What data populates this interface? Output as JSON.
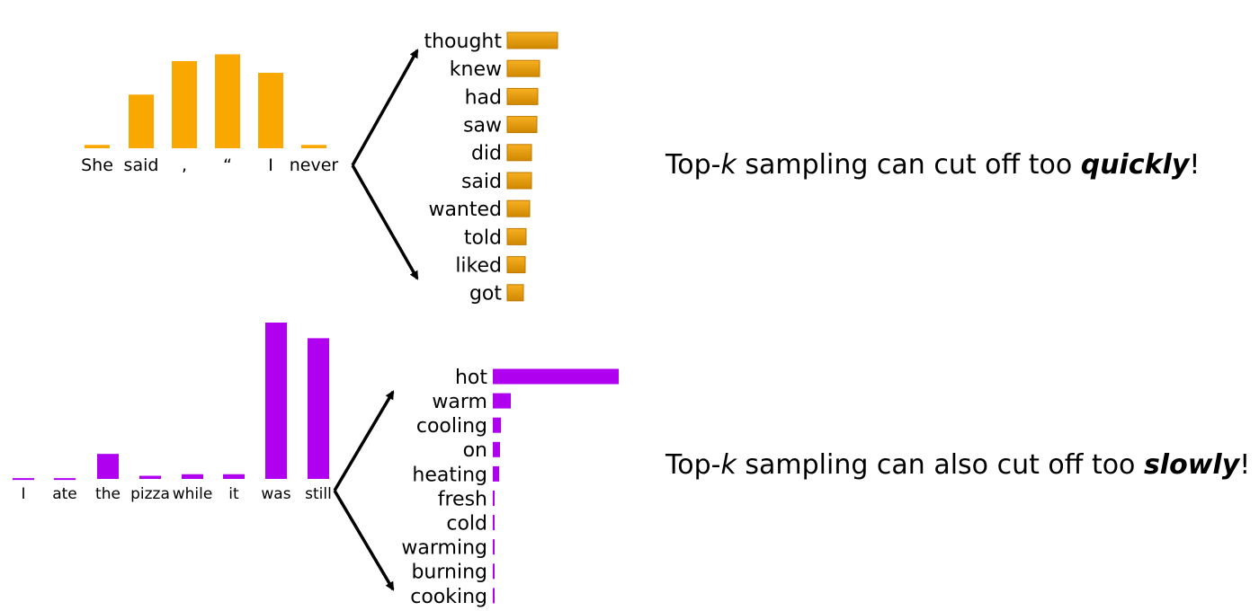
{
  "colors": {
    "orange": "#F8A800",
    "orange_dark": "#C07800",
    "purple": "#B000F0",
    "arrow": "#000000"
  },
  "icons": [
    "arrow-head-icon"
  ],
  "chart_data": [
    {
      "type": "bar",
      "id": "orange-context",
      "categories": [
        "She",
        "said",
        ",",
        "“",
        "I",
        "never"
      ],
      "values": [
        2,
        32,
        52,
        56,
        45,
        2
      ],
      "ylim": [
        0,
        60
      ]
    },
    {
      "type": "bar",
      "orientation": "horizontal",
      "id": "orange-next",
      "categories": [
        "thought",
        "knew",
        "had",
        "saw",
        "did",
        "said",
        "wanted",
        "told",
        "liked",
        "got"
      ],
      "values": [
        56,
        36,
        34,
        33,
        27,
        27,
        25,
        21,
        20,
        18
      ],
      "xlim": [
        0,
        140
      ]
    },
    {
      "type": "bar",
      "id": "purple-context",
      "categories": [
        "I",
        "ate",
        "the",
        "pizza",
        "while",
        "it",
        "was",
        "still"
      ],
      "values": [
        0.5,
        0.5,
        16,
        2,
        3,
        3,
        100,
        90
      ],
      "ylim": [
        0,
        100
      ]
    },
    {
      "type": "bar",
      "orientation": "horizontal",
      "id": "purple-next",
      "categories": [
        "hot",
        "warm",
        "cooling",
        "on",
        "heating",
        "fresh",
        "cold",
        "warming",
        "burning",
        "cooking"
      ],
      "values": [
        140,
        20,
        9,
        8,
        7,
        2,
        2,
        2,
        2,
        2
      ],
      "xlim": [
        0,
        140
      ]
    }
  ],
  "captions": {
    "top": {
      "prefix": "Top-",
      "k": "k",
      "middle": " sampling can cut off too ",
      "emph": "quickly",
      "suffix": "!"
    },
    "bottom": {
      "prefix": "Top-",
      "k": "k",
      "middle": " sampling can also cut off too ",
      "emph": "slowly",
      "suffix": "!"
    }
  }
}
